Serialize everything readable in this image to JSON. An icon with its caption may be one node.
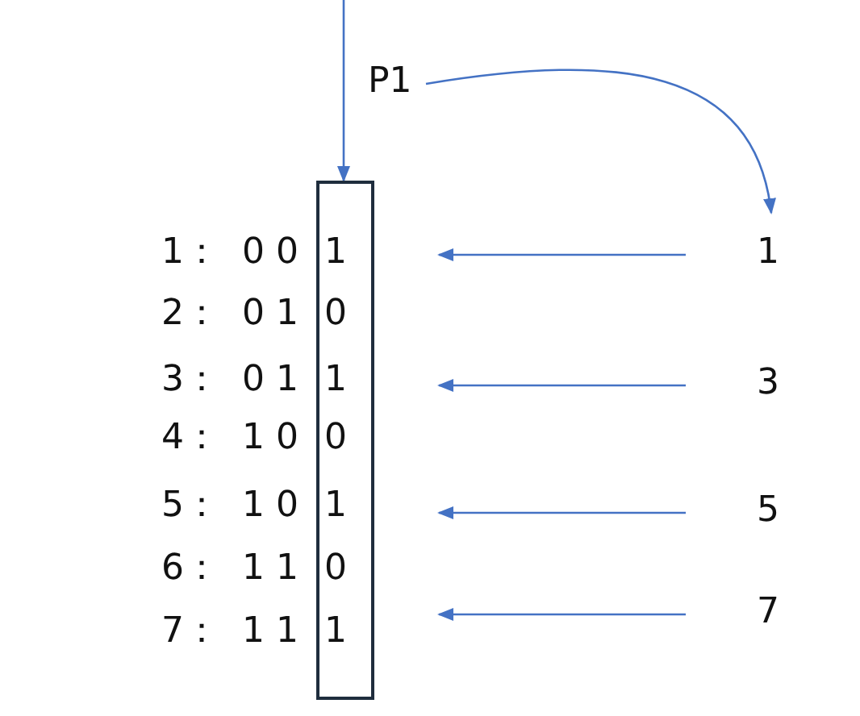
{
  "diagram": {
    "nodes": [
      {
        "text": [],
        "shape": "box"
      },
      {
        "text": [
          "P1"
        ]
      },
      {
        "text": [
          "1"
        ]
      },
      {
        "text": [
          "3"
        ]
      },
      {
        "text": [
          "5"
        ]
      },
      {
        "text": [
          "7"
        ]
      }
    ],
    "edges": [
      {
        "from": null,
        "to": 0,
        "arrow": "to"
      },
      {
        "from": 1,
        "to": 2,
        "arrow": "to"
      },
      {
        "from": 2,
        "to": 0,
        "arrow": "to"
      },
      {
        "from": 3,
        "to": 0,
        "arrow": "to"
      },
      {
        "from": 4,
        "to": 0,
        "arrow": "to"
      },
      {
        "from": 5,
        "to": 0,
        "arrow": "to"
      }
    ],
    "labels": [
      "1：",
      "0 0",
      "1",
      "2：",
      "0 1",
      "0",
      "3：",
      "0 1",
      "1",
      "4：",
      "1 0",
      "0",
      "5：",
      "1 0",
      "1",
      "6：",
      "1 1",
      "0",
      "7：",
      "1 1",
      "1"
    ]
  }
}
